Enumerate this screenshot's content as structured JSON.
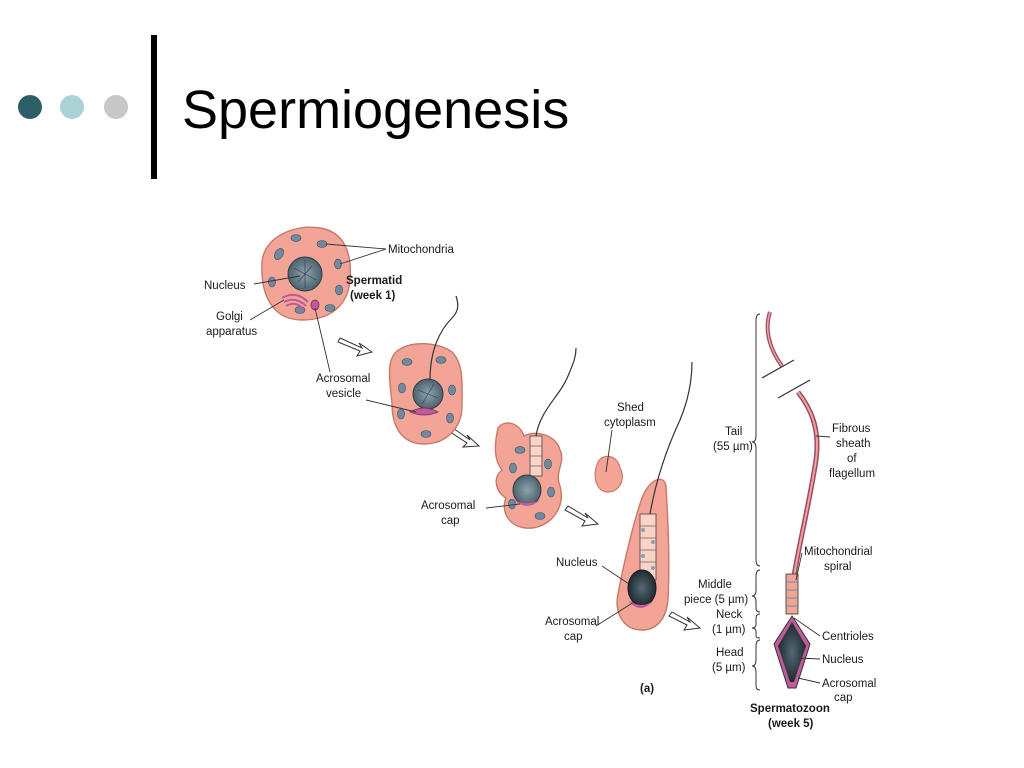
{
  "slide": {
    "title": "Spermiogenesis",
    "bullet_colors": [
      "#2f5f66",
      "#a9d3d6",
      "#c8c8c8"
    ]
  },
  "diagram": {
    "labels": {
      "mitochondria": "Mitochondria",
      "nucleus1": "Nucleus",
      "spermatid": "Spermatid",
      "week1": "(week 1)",
      "golgi1": "Golgi",
      "golgi2": "apparatus",
      "acrosomal_vesicle1": "Acrosomal",
      "acrosomal_vesicle2": "vesicle",
      "shed1": "Shed",
      "shed2": "cytoplasm",
      "acrosomal_cap_a1": "Acrosomal",
      "acrosomal_cap_a2": "cap",
      "nucleus2": "Nucleus",
      "acrosomal_cap_b1": "Acrosomal",
      "acrosomal_cap_b2": "cap",
      "tail1": "Tail",
      "tail2": "(55 µm)",
      "fibrous1": "Fibrous",
      "fibrous2": "sheath",
      "fibrous3": "of",
      "fibrous4": "flagellum",
      "mito_spiral1": "Mitochondrial",
      "mito_spiral2": "spiral",
      "middle1": "Middle",
      "middle2": "piece (5 µm)",
      "neck1": "Neck",
      "neck2": "(1 µm)",
      "head1": "Head",
      "head2": "(5 µm)",
      "centrioles": "Centrioles",
      "nucleus3": "Nucleus",
      "acrosomal_cap_c1": "Acrosomal",
      "acrosomal_cap_c2": "cap",
      "panel": "(a)",
      "spermatozoon": "Spermatozoon",
      "week5": "(week 5)"
    },
    "colors": {
      "cytoplasm": "#f2a596",
      "cell_edge": "#c87868",
      "nucleus": "#5e7680",
      "nucleus_dark": "#2e3e46",
      "mito": "#6f8aa0",
      "acrosome": "#c05a9a"
    }
  }
}
